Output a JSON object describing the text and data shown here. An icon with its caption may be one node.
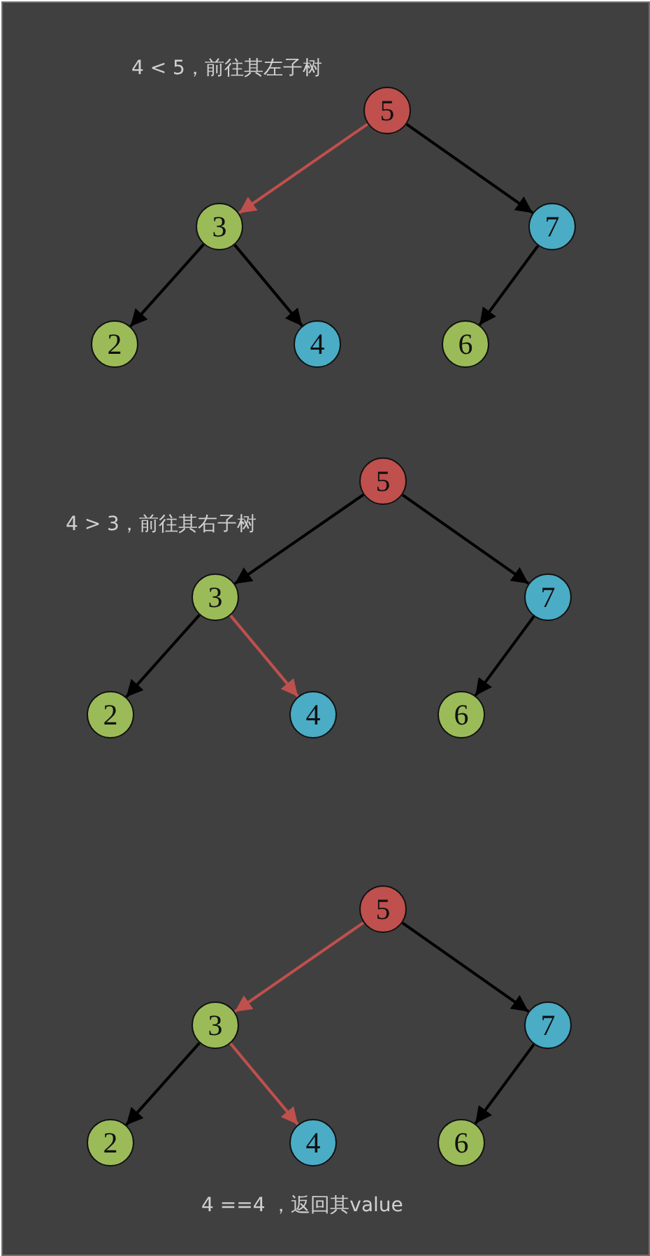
{
  "diagram": {
    "nodes": [
      {
        "text": [
          "5"
        ]
      },
      {
        "text": [
          "3"
        ]
      },
      {
        "text": [
          "7"
        ]
      },
      {
        "text": [
          "2"
        ]
      },
      {
        "text": [
          "4"
        ]
      },
      {
        "text": [
          "6"
        ]
      },
      {
        "text": [
          "5"
        ]
      },
      {
        "text": [
          "3"
        ]
      },
      {
        "text": [
          "7"
        ]
      },
      {
        "text": [
          "2"
        ]
      },
      {
        "text": [
          "4"
        ]
      },
      {
        "text": [
          "6"
        ]
      },
      {
        "text": [
          "5"
        ]
      },
      {
        "text": [
          "3"
        ]
      },
      {
        "text": [
          "7"
        ]
      },
      {
        "text": [
          "2"
        ]
      },
      {
        "text": [
          "4"
        ]
      },
      {
        "text": [
          "6"
        ]
      }
    ],
    "edges": [
      {
        "from": 0,
        "to": 1,
        "arrow": "to",
        "color": "#c0504d"
      },
      {
        "from": 0,
        "to": 2,
        "arrow": "to"
      },
      {
        "from": 1,
        "to": 3,
        "arrow": "to"
      },
      {
        "from": 1,
        "to": 4,
        "arrow": "to"
      },
      {
        "from": 2,
        "to": 5,
        "arrow": "to"
      },
      {
        "from": 6,
        "to": 7,
        "arrow": "to"
      },
      {
        "from": 6,
        "to": 8,
        "arrow": "to"
      },
      {
        "from": 7,
        "to": 9,
        "arrow": "to"
      },
      {
        "from": 7,
        "to": 10,
        "arrow": "to",
        "color": "#c0504d"
      },
      {
        "from": 8,
        "to": 11,
        "arrow": "to"
      },
      {
        "from": 12,
        "to": 13,
        "arrow": "to",
        "color": "#c0504d"
      },
      {
        "from": 12,
        "to": 14,
        "arrow": "to"
      },
      {
        "from": 13,
        "to": 15,
        "arrow": "to"
      },
      {
        "from": 13,
        "to": 16,
        "arrow": "to",
        "color": "#c0504d"
      },
      {
        "from": 14,
        "to": 17,
        "arrow": "to"
      }
    ],
    "labels": [
      "4 < 5，前往其左子树",
      "4 > 3，前往其右子树",
      "4 ==4 ，返回其value"
    ]
  }
}
